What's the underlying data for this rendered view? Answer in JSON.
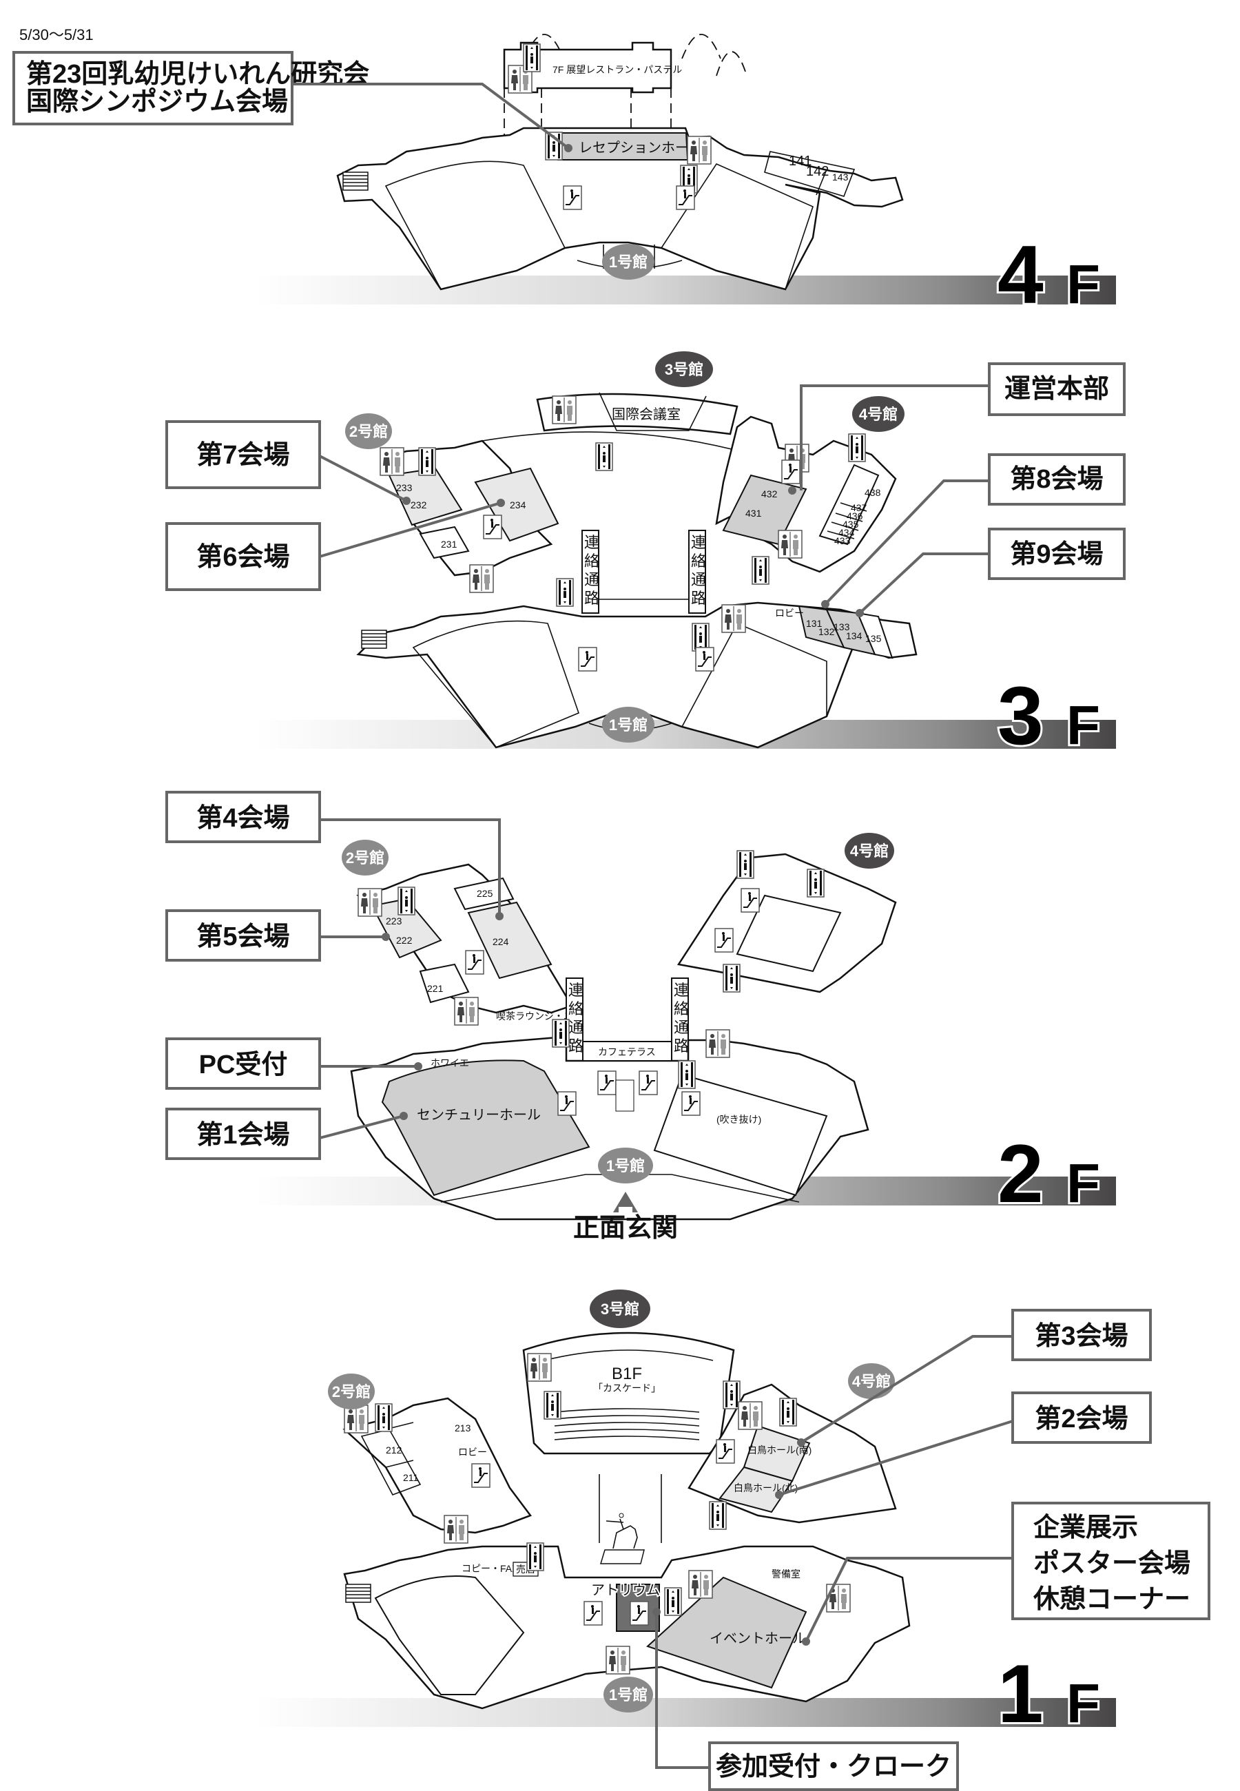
{
  "header": {
    "date_range": "5/30〜5/31"
  },
  "floors": {
    "f4": {
      "floor_label": "4",
      "floor_suffix": "F",
      "upper_floor_label": "7F 展望レストラン・パステル",
      "rooms": {
        "reception": "レセプションホール",
        "r141": "141",
        "r142": "142",
        "r143": "143"
      },
      "building": "1号館",
      "callouts": {
        "symposium_line1": "第23回乳幼児けいれん研究会",
        "symposium_line2": "国際シンポジウム会場"
      }
    },
    "f3": {
      "floor_label": "3",
      "floor_suffix": "F",
      "buildings": {
        "b1": "1号館",
        "b2": "2号館",
        "b3": "3号館",
        "b4": "4号館"
      },
      "rooms": {
        "intl_conf": "国際会議室",
        "r231": "231",
        "r232": "232",
        "r233": "233",
        "r234": "234",
        "r431": "431",
        "r432": "432",
        "r433": "433",
        "r434": "434",
        "r435": "435",
        "r436": "436",
        "r437": "437",
        "r438": "438",
        "r131": "131",
        "r132": "132",
        "r133": "133",
        "r134": "134",
        "r135": "135",
        "lobby": "ロビー"
      },
      "corridor_left": [
        "連",
        "絡",
        "通",
        "路"
      ],
      "corridor_right": [
        "連",
        "絡",
        "通",
        "路"
      ],
      "callouts": {
        "hall7": "第7会場",
        "hall6": "第6会場",
        "hq": "運営本部",
        "hall8": "第8会場",
        "hall9": "第9会場"
      }
    },
    "f2": {
      "floor_label": "2",
      "floor_suffix": "F",
      "buildings": {
        "b1": "1号館",
        "b2": "2号館",
        "b4": "4号館"
      },
      "rooms": {
        "r221": "221",
        "r222": "222",
        "r223": "223",
        "r224": "224",
        "r225": "225",
        "lounge": "喫茶ラウンジ・ユリ",
        "foyer": "ホワイエ",
        "cafe": "カフェテラス",
        "century": "センチュリーホール",
        "atrium_void": "(吹き抜け)"
      },
      "corridor_left": [
        "連",
        "絡",
        "通",
        "路"
      ],
      "corridor_right": [
        "連",
        "絡",
        "通",
        "路"
      ],
      "entrance": "正面玄関",
      "callouts": {
        "hall4": "第4会場",
        "hall5": "第5会場",
        "pc": "PC受付",
        "hall1": "第1会場"
      }
    },
    "f1": {
      "floor_label": "1",
      "floor_suffix": "F",
      "buildings": {
        "b1": "1号館",
        "b2": "2号館",
        "b3": "3号館",
        "b4": "4号館"
      },
      "b1f_label": "B1F",
      "b1f_name": "「カスケード」",
      "rooms": {
        "r211": "211",
        "r212": "212",
        "r213": "213",
        "lobby": "ロビー",
        "hakucho_s": "白鳥ホール(南)",
        "hakucho_n": "白鳥ホール(北)",
        "copy_fax": "コピー・FAX",
        "shop": "売店",
        "atrium": "アトリウム",
        "security": "警備室",
        "event_hall": "イベントホール"
      },
      "callouts": {
        "hall3": "第3会場",
        "hall2": "第2会場",
        "exhibit_line1": "企業展示",
        "exhibit_line2": "ポスター会場",
        "exhibit_line3": "休憩コーナー",
        "reception": "参加受付・クローク"
      }
    }
  },
  "icons": {
    "restroom": "restroom-icon",
    "elevator": "elevator-icon",
    "escalator": "escalator-icon",
    "stairs": "stairs-icon",
    "statue": "statue-icon",
    "entrance_arrow": "arrow-up-icon"
  },
  "colors": {
    "highlight_room": "#cfcfcf",
    "highlight_light": "#e8e8e8",
    "reception_dark": "#6e6e6e",
    "leader_line": "#666666",
    "bubble_light": "#8a8a8a",
    "bubble_dark": "#4a4848",
    "floor_band_start": "#f6f6f6",
    "floor_band_end": "#4a4848"
  }
}
